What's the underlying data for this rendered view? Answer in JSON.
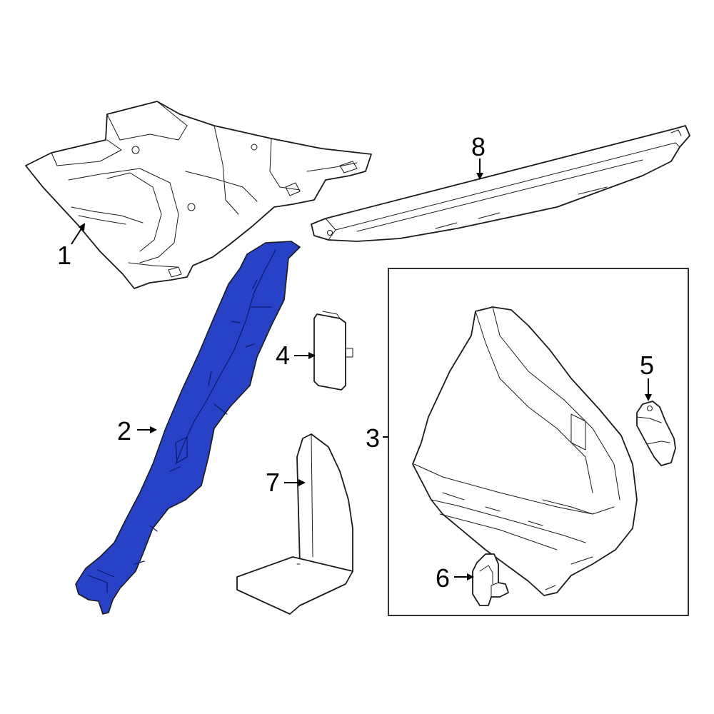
{
  "colors": {
    "highlight": "#2742c6",
    "outline": "#1a1a1a",
    "background": "#ffffff"
  },
  "callouts": {
    "part_1": "1",
    "part_2": "2",
    "part_3": "3",
    "part_4": "4",
    "part_5": "5",
    "part_6": "6",
    "part_7": "7",
    "part_8": "8"
  },
  "highlighted_part": "2"
}
